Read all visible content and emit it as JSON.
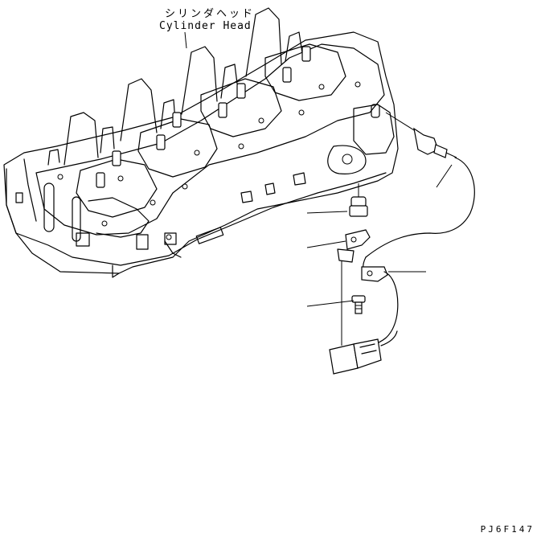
{
  "title": {
    "japanese": "シリンダヘッド",
    "english": "Cylinder Head"
  },
  "figure_code": "PJ6F147",
  "colors": {
    "line": "#000000",
    "background": "#ffffff"
  },
  "parts": [
    {
      "name": "cylinder-head",
      "label": ""
    },
    {
      "name": "temperature-sensor",
      "label": ""
    },
    {
      "name": "plug",
      "label": ""
    },
    {
      "name": "bracket",
      "label": ""
    },
    {
      "name": "clamp",
      "label": ""
    },
    {
      "name": "bolt",
      "label": ""
    },
    {
      "name": "connector",
      "label": ""
    }
  ]
}
